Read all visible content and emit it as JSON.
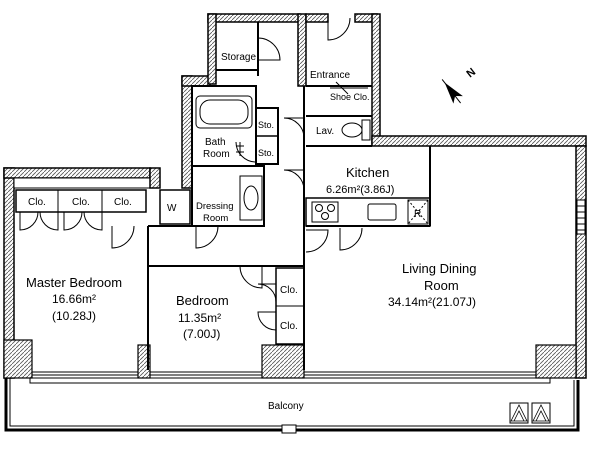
{
  "rooms": {
    "storage": "Storage",
    "entrance": "Entrance",
    "shoe_closet": "Shoe Clo.",
    "lavatory": "Lav.",
    "bath_line1": "Bath",
    "bath_line2": "Room",
    "storage_upper": "Sto.",
    "storage_lower": "Sto.",
    "kitchen": "Kitchen",
    "kitchen_area": "6.26m²(3.86J)",
    "refrigerator": "R",
    "washer": "W",
    "dressing_line1": "Dressing",
    "dressing_line2": "Room",
    "closet_1": "Clo.",
    "closet_2": "Clo.",
    "closet_3": "Clo.",
    "master_bedroom": "Master Bedroom",
    "master_area": "16.66m²",
    "master_tatami": "(10.28J)",
    "bedroom": "Bedroom",
    "bedroom_area": "11.35m²",
    "bedroom_tatami": "(7.00J)",
    "bedroom_closet_upper": "Clo.",
    "bedroom_closet_lower": "Clo.",
    "living_line1": "Living Dining",
    "living_line2": "Room",
    "living_area": "34.14m²(21.07J)",
    "balcony": "Balcony"
  },
  "compass": {
    "north_label": "N"
  }
}
